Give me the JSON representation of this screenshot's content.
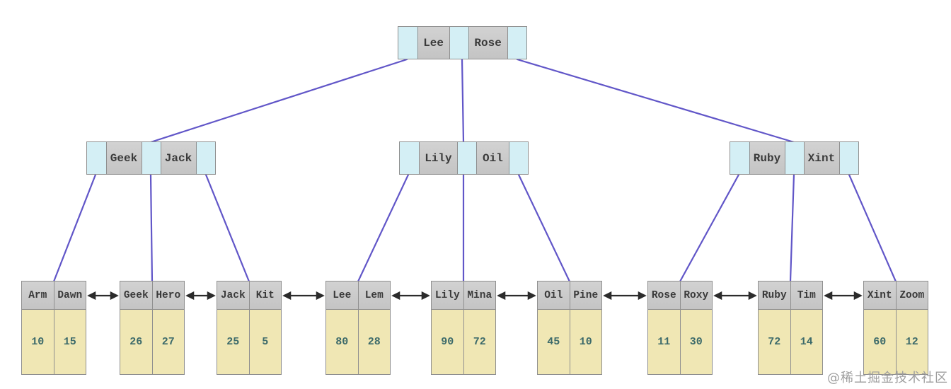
{
  "diagram_type": "bplus-tree",
  "root": {
    "keys": [
      "Lee",
      "Rose"
    ]
  },
  "internal_nodes": [
    {
      "keys": [
        "Geek",
        "Jack"
      ]
    },
    {
      "keys": [
        "Lily",
        "Oil"
      ]
    },
    {
      "keys": [
        "Ruby",
        "Xint"
      ]
    }
  ],
  "leaf_nodes": [
    {
      "keys": [
        "Arm",
        "Dawn"
      ],
      "values": [
        "10",
        "15"
      ]
    },
    {
      "keys": [
        "Geek",
        "Hero"
      ],
      "values": [
        "26",
        "27"
      ]
    },
    {
      "keys": [
        "Jack",
        "Kit"
      ],
      "values": [
        "25",
        "5"
      ]
    },
    {
      "keys": [
        "Lee",
        "Lem"
      ],
      "values": [
        "80",
        "28"
      ]
    },
    {
      "keys": [
        "Lily",
        "Mina"
      ],
      "values": [
        "90",
        "72"
      ]
    },
    {
      "keys": [
        "Oil",
        "Pine"
      ],
      "values": [
        "45",
        "10"
      ]
    },
    {
      "keys": [
        "Rose",
        "Roxy"
      ],
      "values": [
        "11",
        "30"
      ]
    },
    {
      "keys": [
        "Ruby",
        "Tim"
      ],
      "values": [
        "72",
        "14"
      ]
    },
    {
      "keys": [
        "Xint",
        "Zoom"
      ],
      "values": [
        "60",
        "12"
      ]
    }
  ],
  "watermark": {
    "text": "@稀土掘金技术社区"
  },
  "colors": {
    "background": "#ffffff",
    "pointer_cell": "#d4eff5",
    "key_cell": "#c4c4c4",
    "key_cell_top": "#d2d2d2",
    "leaf_value_cell": "#f0e7b4",
    "node_border": "#8f8f8f",
    "edge_line": "#6156c8",
    "link_arrow": "#2b2b2b",
    "key_text": "#3a3a3a",
    "value_text": "#3c6a6a",
    "watermark_text": "#9e9e9e"
  }
}
